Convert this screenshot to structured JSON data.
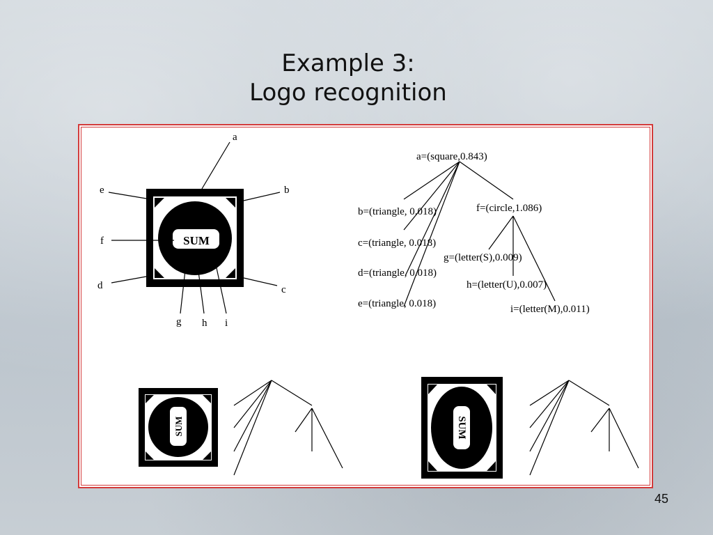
{
  "slide": {
    "title_line1": "Example 3:",
    "title_line2": "Logo recognition",
    "page_number": "45"
  },
  "figure": {
    "logo_text": "SUM",
    "part_labels": [
      "a",
      "b",
      "c",
      "d",
      "e",
      "f",
      "g",
      "h",
      "i"
    ],
    "tree": {
      "root": "a=(square,0.843)",
      "b": "b=(triangle, 0.018)",
      "c": "c=(triangle, 0.018)",
      "d": "d=(triangle, 0.018)",
      "e": "e=(triangle, 0.018)",
      "f": "f=(circle,1.086)",
      "g": "g=(letter(S),0.009)",
      "h": "h=(letter(U),0.007)",
      "i": "i=(letter(M),0.011)"
    }
  },
  "colors": {
    "frame_border": "#d33a3a",
    "ink": "#000000"
  }
}
